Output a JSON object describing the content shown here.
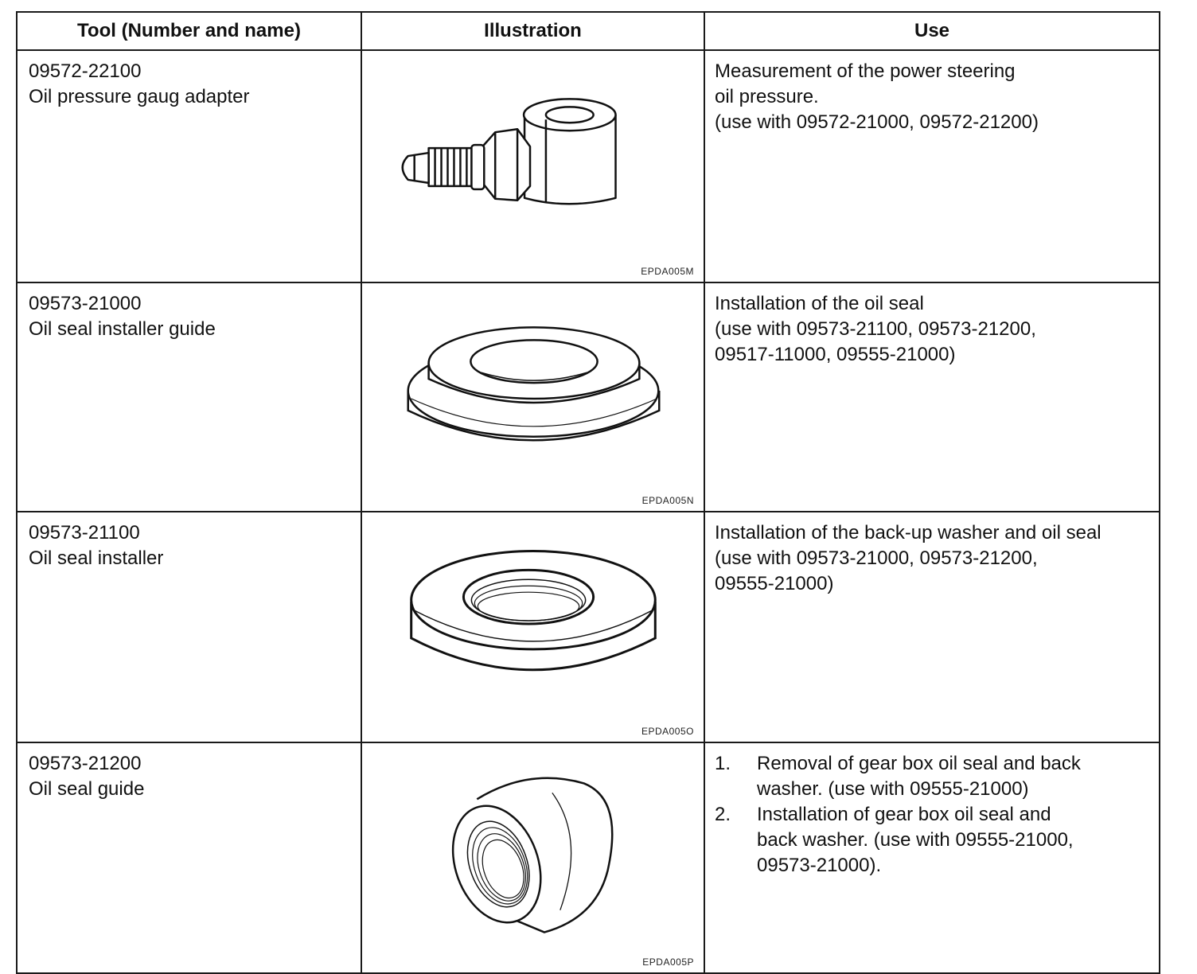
{
  "headers": {
    "tool": "Tool (Number and name)",
    "illustration": "Illustration",
    "use": "Use"
  },
  "rows": [
    {
      "number": "09572-22100",
      "name": "Oil pressure gaug adapter",
      "image_code": "EPDA005M",
      "illustration_icon": "pressure-gauge-adapter-fitting",
      "use_lines": [
        "Measurement of the power steering",
        "oil pressure.",
        "(use with 09572-21000, 09572-21200)"
      ]
    },
    {
      "number": "09573-21000",
      "name": "Oil seal installer guide",
      "image_code": "EPDA005N",
      "illustration_icon": "flanged-ring-guide",
      "use_lines": [
        "Installation of the oil seal",
        "(use with 09573-21100, 09573-21200,",
        "09517-11000, 09555-21000)"
      ]
    },
    {
      "number": "09573-21100",
      "name": "Oil seal installer",
      "image_code": "EPDA005O",
      "illustration_icon": "threaded-ring-installer",
      "use_lines": [
        "Installation of the back-up washer and oil seal",
        "(use with 09573-21000, 09573-21200,",
        "09555-21000)"
      ]
    },
    {
      "number": "09573-21200",
      "name": "Oil seal guide",
      "image_code": "EPDA005P",
      "illustration_icon": "threaded-sleeve-guide",
      "use_steps": [
        {
          "num": "1.",
          "lines": [
            "Removal of gear box oil seal and back",
            "washer.  (use with 09555-21000)"
          ]
        },
        {
          "num": "2.",
          "lines": [
            "Installation of gear box oil seal and",
            "back washer.  (use with 09555-21000,",
            "09573-21000)."
          ]
        }
      ]
    }
  ]
}
